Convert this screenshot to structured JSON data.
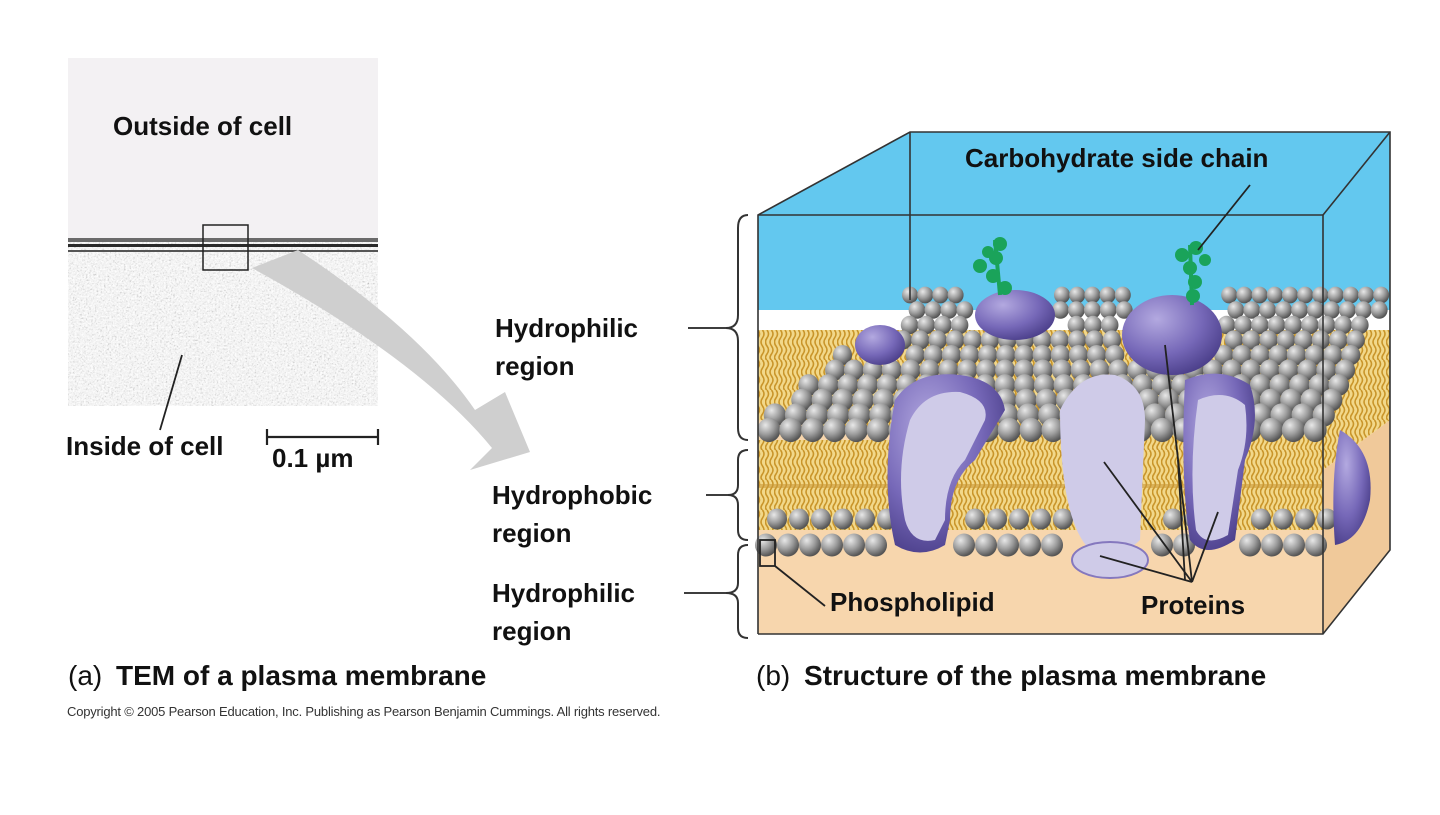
{
  "panel_a": {
    "outside_label": "Outside of cell",
    "inside_label": "Inside of cell",
    "scale_label": "0.1 µm",
    "caption_letter": "(a)",
    "caption": "TEM of a plasma membrane"
  },
  "panel_b": {
    "carbohydrate_label": "Carbohydrate side chain",
    "hydrophilic_top": [
      "Hydrophilic",
      "region"
    ],
    "hydrophobic": [
      "Hydrophobic",
      "region"
    ],
    "hydrophilic_bottom": [
      "Hydrophilic",
      "region"
    ],
    "phospholipid_label": "Phospholipid",
    "proteins_label": "Proteins",
    "caption_letter": "(b)",
    "caption": "Structure of the plasma membrane"
  },
  "copyright": "Copyright © 2005 Pearson Education, Inc. Publishing as Pearson Benjamin Cummings. All rights reserved.",
  "colors": {
    "extracellular": "#63c8ef",
    "cytoplasm": "#f7d6ad",
    "lipid_head": "#9a9a9a",
    "lipid_tail": "#e2b94c",
    "protein": "#8578be",
    "protein_light": "#cfcbe8",
    "carbohydrate": "#1aa35a",
    "arrow": "#cfcfcf"
  }
}
